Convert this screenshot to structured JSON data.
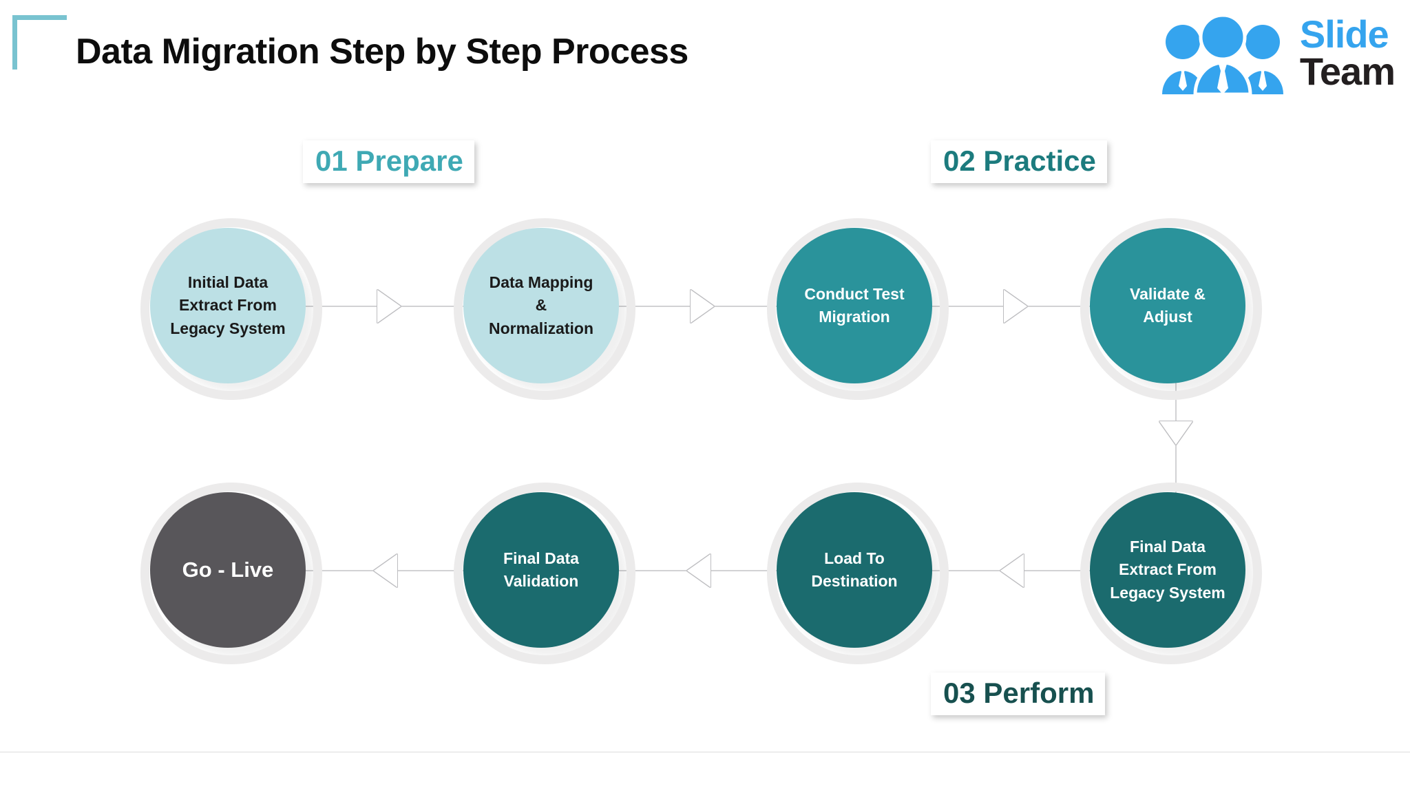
{
  "header": {
    "title": "Data Migration Step by Step Process",
    "corner_accent_color": "#79C3D0"
  },
  "logo": {
    "brand_first": "Slide",
    "brand_second": "Team",
    "brand_color": "#35A4EE",
    "brand_second_color": "#231F20",
    "mark": "three-people-icon"
  },
  "phases": [
    {
      "id": "s1",
      "label": "01 Prepare",
      "color": "#3FA9B4"
    },
    {
      "id": "s2",
      "label": "02 Practice",
      "color": "#1C7B7E"
    },
    {
      "id": "s3",
      "label": "03 Perform",
      "color": "#17504F"
    }
  ],
  "chart_data": {
    "type": "diagram",
    "title": "Data Migration Step by Step Process",
    "layout": "serpentine-flow",
    "rows": 2,
    "columns": 4,
    "nodes": [
      {
        "order": 1,
        "row": 1,
        "col": 1,
        "label": "Initial Data\nExtract From\nLegacy System",
        "fill": "#BCE0E5",
        "text_color": "#1A1A1A",
        "phase": "01 Prepare"
      },
      {
        "order": 2,
        "row": 1,
        "col": 2,
        "label": "Data Mapping\n&\nNormalization",
        "fill": "#BCE0E5",
        "text_color": "#1A1A1A",
        "phase": "01 Prepare"
      },
      {
        "order": 3,
        "row": 1,
        "col": 3,
        "label": "Conduct Test\nMigration",
        "fill": "#2A939B",
        "text_color": "#FFFFFF",
        "phase": "02 Practice"
      },
      {
        "order": 4,
        "row": 1,
        "col": 4,
        "label": "Validate &\nAdjust",
        "fill": "#2A939B",
        "text_color": "#FFFFFF",
        "phase": "02 Practice"
      },
      {
        "order": 5,
        "row": 2,
        "col": 4,
        "label": "Final Data\nExtract From\nLegacy System",
        "fill": "#1B6B6E",
        "text_color": "#FFFFFF",
        "phase": "03 Perform"
      },
      {
        "order": 6,
        "row": 2,
        "col": 3,
        "label": "Load To\nDestination",
        "fill": "#1B6B6E",
        "text_color": "#FFFFFF",
        "phase": "03 Perform"
      },
      {
        "order": 7,
        "row": 2,
        "col": 2,
        "label": "Final Data\nValidation",
        "fill": "#1B6B6E",
        "text_color": "#FFFFFF",
        "phase": "03 Perform"
      },
      {
        "order": 8,
        "row": 2,
        "col": 1,
        "label": "Go - Live",
        "fill": "#58565A",
        "text_color": "#FFFFFF",
        "phase": "03 Perform"
      }
    ],
    "connectors": [
      {
        "from": 1,
        "to": 2,
        "direction": "right"
      },
      {
        "from": 2,
        "to": 3,
        "direction": "right"
      },
      {
        "from": 3,
        "to": 4,
        "direction": "right"
      },
      {
        "from": 4,
        "to": 5,
        "direction": "down"
      },
      {
        "from": 5,
        "to": 6,
        "direction": "left"
      },
      {
        "from": 6,
        "to": 7,
        "direction": "left"
      },
      {
        "from": 7,
        "to": 8,
        "direction": "left"
      }
    ],
    "connector_color": "#D2D2D4",
    "ring_color": "#ECEBEB"
  }
}
